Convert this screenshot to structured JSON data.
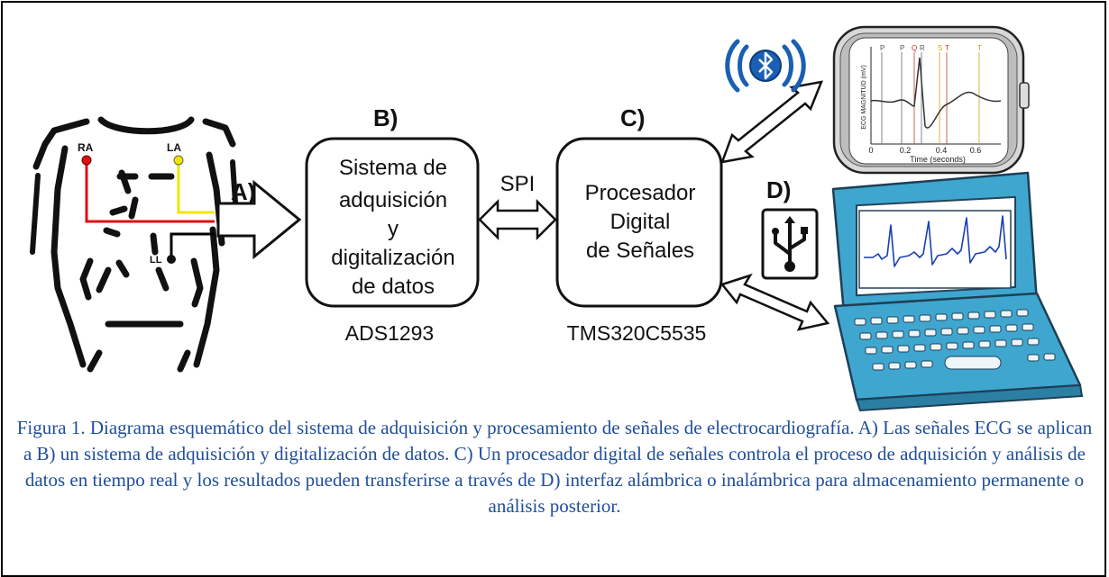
{
  "figure": {
    "labels": {
      "a": "A)",
      "b": "B)",
      "c": "C)",
      "d": "D)"
    },
    "electrodes": {
      "ra": "RA",
      "la": "LA",
      "ll": "LL"
    },
    "block_b": {
      "lines": [
        "Sistema de",
        "adquisición",
        "y",
        "digitalización",
        "de datos"
      ],
      "chip": "ADS1293"
    },
    "link": "SPI",
    "block_c": {
      "lines": [
        "Procesador",
        "Digital",
        "de Señales"
      ],
      "chip": "TMS320C5535"
    },
    "ecg_plot": {
      "ylabel": "ECG MAGNITUD (mV)",
      "xlabel": "Time (seconds)",
      "xticks": [
        "0",
        "0.2",
        "0.4",
        "0.6"
      ],
      "markers": [
        "P",
        "P",
        "Q",
        "R",
        "S",
        "T",
        "T"
      ]
    },
    "icons": [
      "bluetooth-icon",
      "usb-icon",
      "laptop-icon",
      "smartwatch-icon"
    ],
    "colors": {
      "ra_wire": "#e01010",
      "la_wire": "#f2e400",
      "ll_wire": "#000000",
      "laptop_body": "#3fa6cf",
      "caption": "#1f4e9a",
      "bluetooth": "#1a5fb4"
    }
  },
  "caption": "Figura 1.  Diagrama esquemático del sistema de adquisición y procesamiento de señales de electrocardiografía. A) Las señales ECG se aplican a B) un sistema de adquisición y digitalización de datos. C) Un procesador digital de señales controla el proceso de adquisición y análisis de datos en tiempo real y los resultados pueden transferirse a través de D) interfaz alámbrica o inalámbrica para almacenamiento permanente o análisis posterior."
}
